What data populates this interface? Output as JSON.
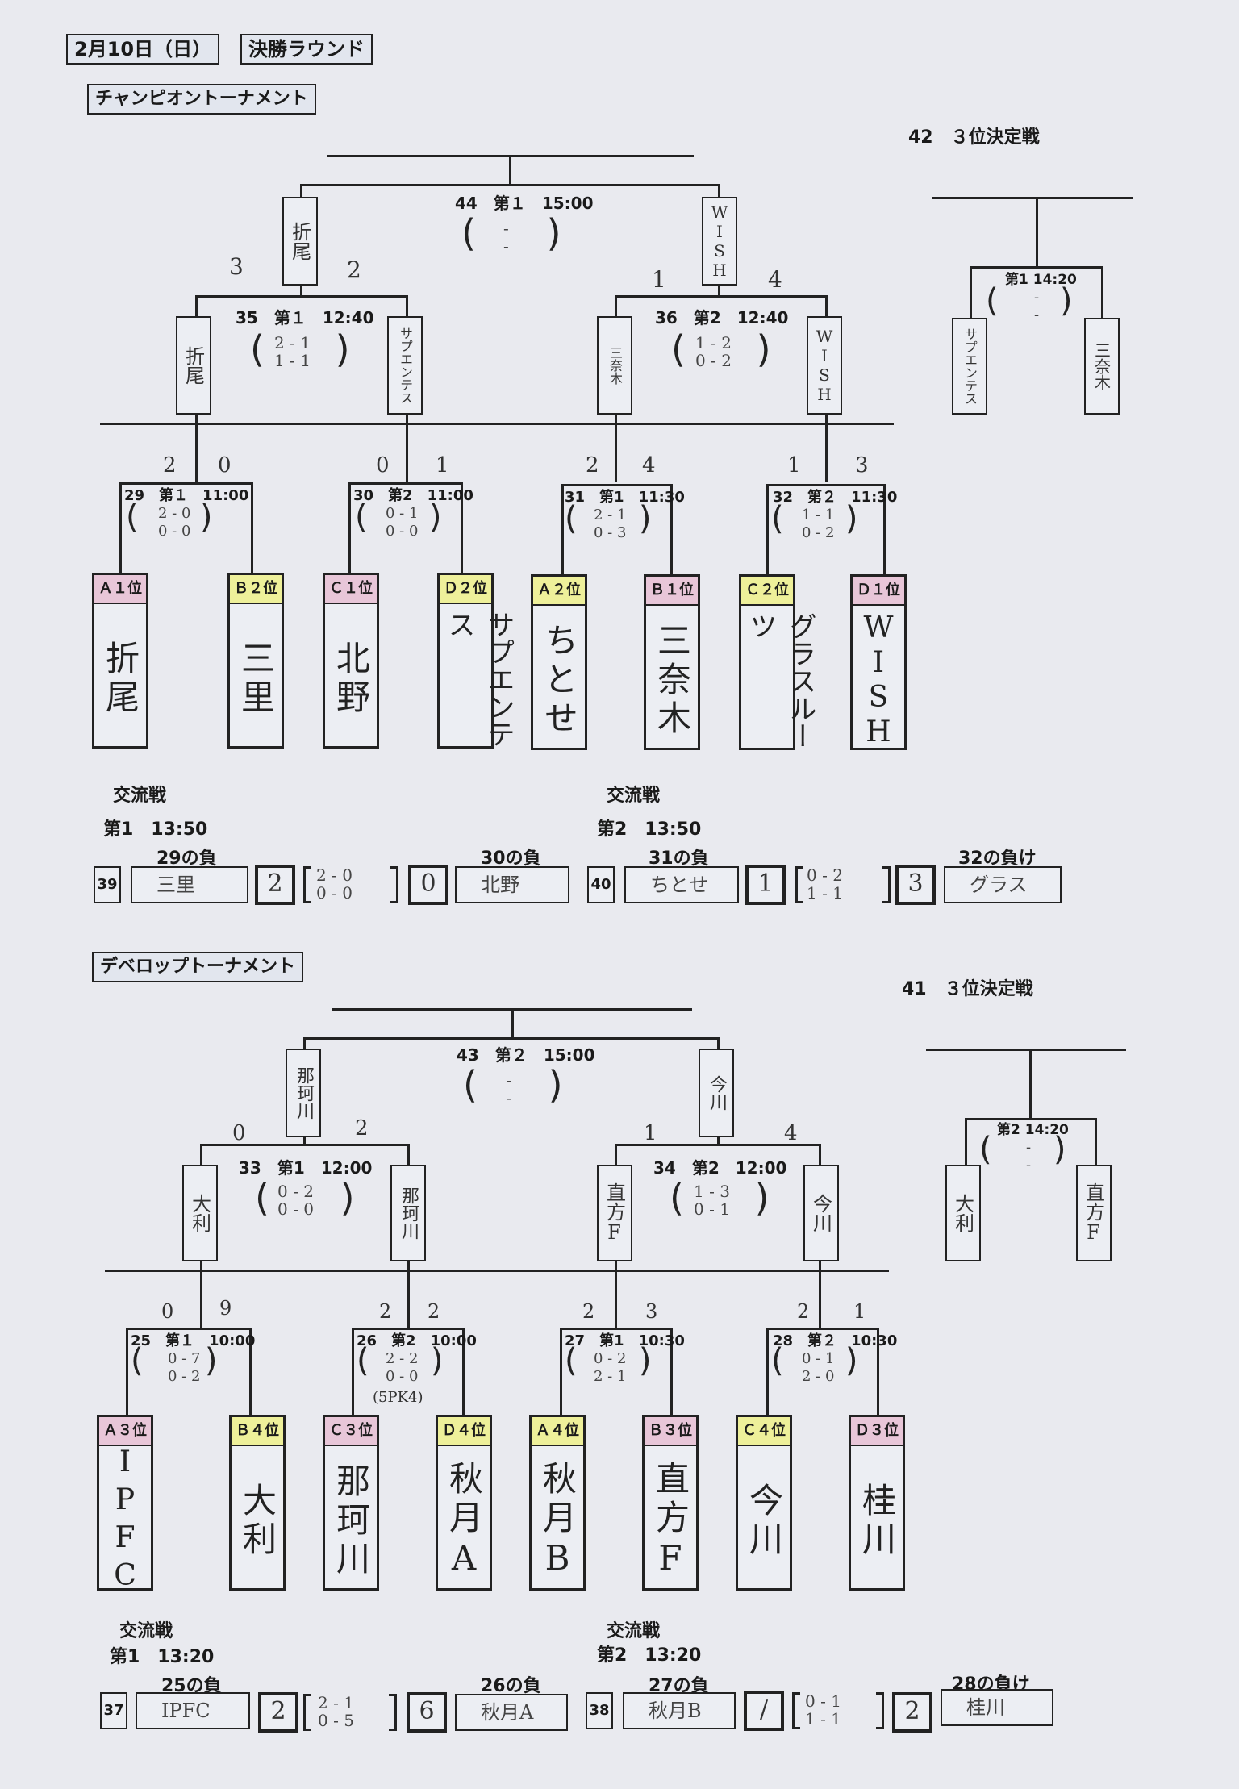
{
  "header": {
    "date": "2月10日（日）",
    "round": "決勝ラウンド"
  },
  "champion": {
    "title": "チャンピオントーナメント",
    "third_place": {
      "label": "42　３位決定戦",
      "match": "第1 14:20",
      "teams": [
        "サプエンテス",
        "三奈木"
      ]
    },
    "final": {
      "label": "44　第１　15:00",
      "teams": [
        "折尾",
        "WISH"
      ]
    },
    "semis": [
      {
        "label": "35　第１　12:40",
        "scores": "2 - 1\n1 - 1",
        "teams": [
          "折尾",
          "サプエンテス"
        ],
        "agg": [
          "3",
          "2"
        ]
      },
      {
        "label": "36　第2　12:40",
        "scores": "1 - 2\n0 - 2",
        "teams": [
          "三奈木",
          "WISH"
        ],
        "agg": [
          "1",
          "4"
        ]
      }
    ],
    "quarters": [
      {
        "label": "29　第１　11:00",
        "scores": "2 - 0\n0 - 0",
        "agg": [
          "2",
          "0"
        ]
      },
      {
        "label": "30　第2　11:00",
        "scores": "0 - 1\n0 - 0",
        "agg": [
          "0",
          "1"
        ]
      },
      {
        "label": "31　第1　11:30",
        "scores": "2 - 1\n0 - 3",
        "agg": [
          "2",
          "4"
        ]
      },
      {
        "label": "32　第２　11:30",
        "scores": "1 - 1\n0 - 2",
        "agg": [
          "1",
          "3"
        ]
      }
    ],
    "entries": [
      {
        "rank": "Ａ１位",
        "name": "折尾",
        "color": "pink"
      },
      {
        "rank": "Ｂ２位",
        "name": "三里",
        "color": "yellow"
      },
      {
        "rank": "Ｃ１位",
        "name": "北野",
        "color": "pink"
      },
      {
        "rank": "Ｄ２位",
        "name": "サプエンテス",
        "color": "yellow"
      },
      {
        "rank": "Ａ２位",
        "name": "ちとせ",
        "color": "yellow"
      },
      {
        "rank": "Ｂ１位",
        "name": "三奈木",
        "color": "pink"
      },
      {
        "rank": "Ｃ２位",
        "name": "グラスルーツ",
        "color": "yellow"
      },
      {
        "rank": "Ｄ１位",
        "name": "WISH",
        "color": "pink"
      }
    ],
    "exchange": {
      "title": "交流戦",
      "left": {
        "time": "第1　13:50",
        "num": "39",
        "l_label": "29の負",
        "l_team": "三里",
        "l_score": "2",
        "scores": "2 - 0\n0 - 0",
        "r_score": "0",
        "r_label": "30の負",
        "r_team": "北野"
      },
      "right": {
        "time": "第2　13:50",
        "num": "40",
        "l_label": "31の負",
        "l_team": "ちとせ",
        "l_score": "1",
        "scores": "0 - 2\n1 - 1",
        "r_score": "3",
        "r_label": "32の負け",
        "r_team": "グラス"
      }
    }
  },
  "develop": {
    "title": "デベロップトーナメント",
    "third_place": {
      "label": "41　３位決定戦",
      "match": "第2 14:20",
      "teams": [
        "大利",
        "直方F"
      ]
    },
    "final": {
      "label": "43　第２　15:00",
      "teams": [
        "那珂川",
        "今川"
      ]
    },
    "semis": [
      {
        "label": "33　第1　12:00",
        "scores": "0 - 2\n0 - 0",
        "teams": [
          "大利",
          "那珂川"
        ],
        "agg": [
          "0",
          "2"
        ]
      },
      {
        "label": "34　第2　12:00",
        "scores": "1 - 3\n0 - 1",
        "teams": [
          "直方F",
          "今川"
        ],
        "agg": [
          "1",
          "4"
        ]
      }
    ],
    "quarters": [
      {
        "label": "25　第１　10:00",
        "scores": "0 - 7\n0 - 2",
        "agg": [
          "0",
          "9"
        ],
        "note": ""
      },
      {
        "label": "26　第2　10:00",
        "scores": "2 - 2\n0 - 0",
        "agg": [
          "2",
          "2"
        ],
        "note": "(5PK4)"
      },
      {
        "label": "27　第1　10:30",
        "scores": "0 - 2\n2 - 1",
        "agg": [
          "2",
          "3"
        ],
        "note": ""
      },
      {
        "label": "28　第２　10:30",
        "scores": "0 - 1\n2 - 0",
        "agg": [
          "2",
          "1"
        ],
        "note": ""
      }
    ],
    "entries": [
      {
        "rank": "Ａ３位",
        "name": "IPFC",
        "color": "pink"
      },
      {
        "rank": "Ｂ４位",
        "name": "大利",
        "color": "yellow"
      },
      {
        "rank": "Ｃ３位",
        "name": "那珂川",
        "color": "pink"
      },
      {
        "rank": "Ｄ４位",
        "name": "秋月A",
        "color": "yellow"
      },
      {
        "rank": "Ａ４位",
        "name": "秋月B",
        "color": "yellow"
      },
      {
        "rank": "Ｂ３位",
        "name": "直方F",
        "color": "pink"
      },
      {
        "rank": "Ｃ４位",
        "name": "今川",
        "color": "yellow"
      },
      {
        "rank": "Ｄ３位",
        "name": "桂川",
        "color": "pink"
      }
    ],
    "exchange": {
      "title": "交流戦",
      "left": {
        "time": "第1　13:20",
        "num": "37",
        "l_label": "25の負",
        "l_team": "IPFC",
        "l_score": "2",
        "scores": "2 - 1\n0 - 5",
        "r_score": "6",
        "r_label": "26の負",
        "r_team": "秋月A"
      },
      "right": {
        "time": "第2　13:20",
        "num": "38",
        "l_label": "27の負",
        "l_team": "秋月B",
        "l_score": "/",
        "scores": "0 - 1\n1 - 1",
        "r_score": "2",
        "r_label": "28の負け",
        "r_team": "桂川"
      }
    }
  }
}
